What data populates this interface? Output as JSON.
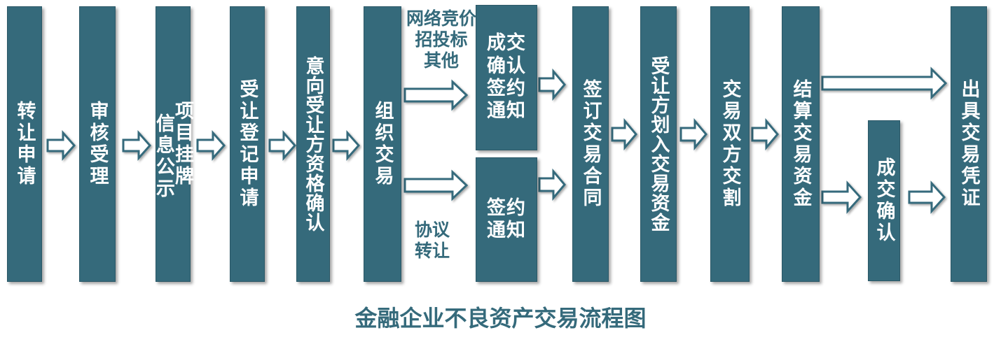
{
  "boxes": {
    "b1": "转让申请",
    "b2": "审核受理",
    "b3": "项目挂牌\n 信息公示",
    "b4": "受让登记申请",
    "b5": "意向受让方资格确认",
    "b6": "组织交易",
    "b7": "成交\n确认\n签约\n通知",
    "b8": "签约\n通知",
    "b9": "签订交易合同",
    "b10": "受让方划入交易资金",
    "b11": "交易双方交割",
    "b12": "结算交易资金",
    "b13": "成交确认",
    "b14": "出具交易凭证"
  },
  "labels": {
    "top": "网络竞价\n招投标\n其他",
    "bottom": "协议\n转让"
  },
  "title": "金融企业不良资产交易流程图",
  "colors": {
    "box": "#356a7b",
    "text": "#ffffff"
  }
}
